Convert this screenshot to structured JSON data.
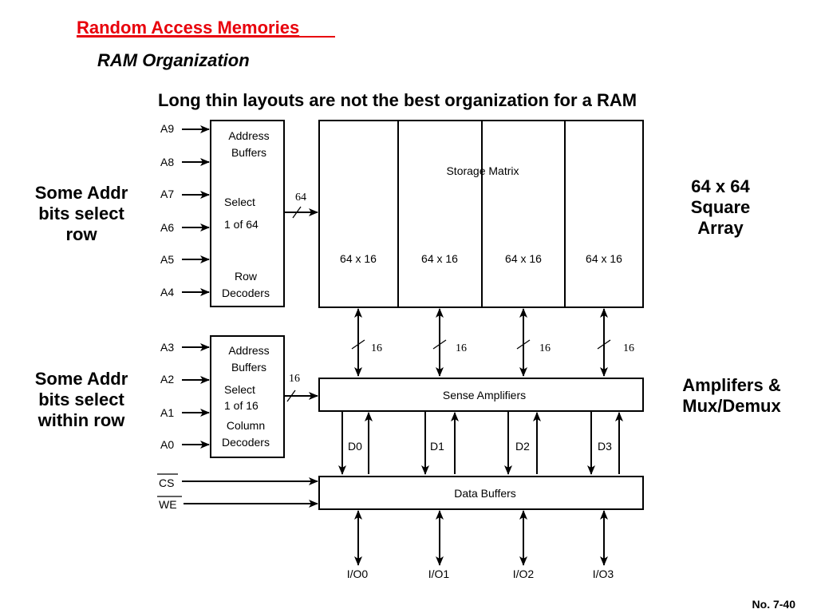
{
  "header": {
    "section_title": "Random Access Memories",
    "subtitle": "RAM Organization",
    "heading": "Long thin layouts are not the best organization for a RAM"
  },
  "colors": {
    "section_title": "#e8000b",
    "lines": "#000000",
    "background": "#ffffff"
  },
  "row_addr_pins": [
    "A9",
    "A8",
    "A7",
    "A6",
    "A5",
    "A4"
  ],
  "col_addr_pins": [
    "A3",
    "A2",
    "A1",
    "A0"
  ],
  "control_pins": [
    "CS",
    "WE"
  ],
  "row_decoder": {
    "line1": "Address",
    "line2": "Buffers",
    "line3": "Select",
    "line4": "1 of 64",
    "line5": "Row",
    "line6": "Decoders",
    "bus_width": "64"
  },
  "col_decoder": {
    "line1": "Address",
    "line2": "Buffers",
    "line3": "Select",
    "line4": "1 of 16",
    "line5": "Column",
    "line6": "Decoders",
    "bus_width": "16"
  },
  "storage_matrix": {
    "title": "Storage Matrix",
    "blocks": [
      "64 x 16",
      "64 x 16",
      "64 x 16",
      "64 x 16"
    ]
  },
  "column_bus_widths": [
    "16",
    "16",
    "16",
    "16"
  ],
  "sense_amplifiers": "Sense Amplifiers",
  "data_lines": [
    "D0",
    "D1",
    "D2",
    "D3"
  ],
  "data_buffers": "Data Buffers",
  "io_pins": [
    "I/O0",
    "I/O1",
    "I/O2",
    "I/O3"
  ],
  "side_labels": {
    "left_top": [
      "Some Addr",
      "bits select",
      "row"
    ],
    "left_bottom": [
      "Some Addr",
      "bits select",
      "within row"
    ],
    "right_top": [
      "64 x 64",
      "Square",
      "Array"
    ],
    "right_bottom": [
      "Amplifers &",
      "Mux/Demux"
    ]
  },
  "footer": {
    "page_number": "No. 7-40"
  }
}
